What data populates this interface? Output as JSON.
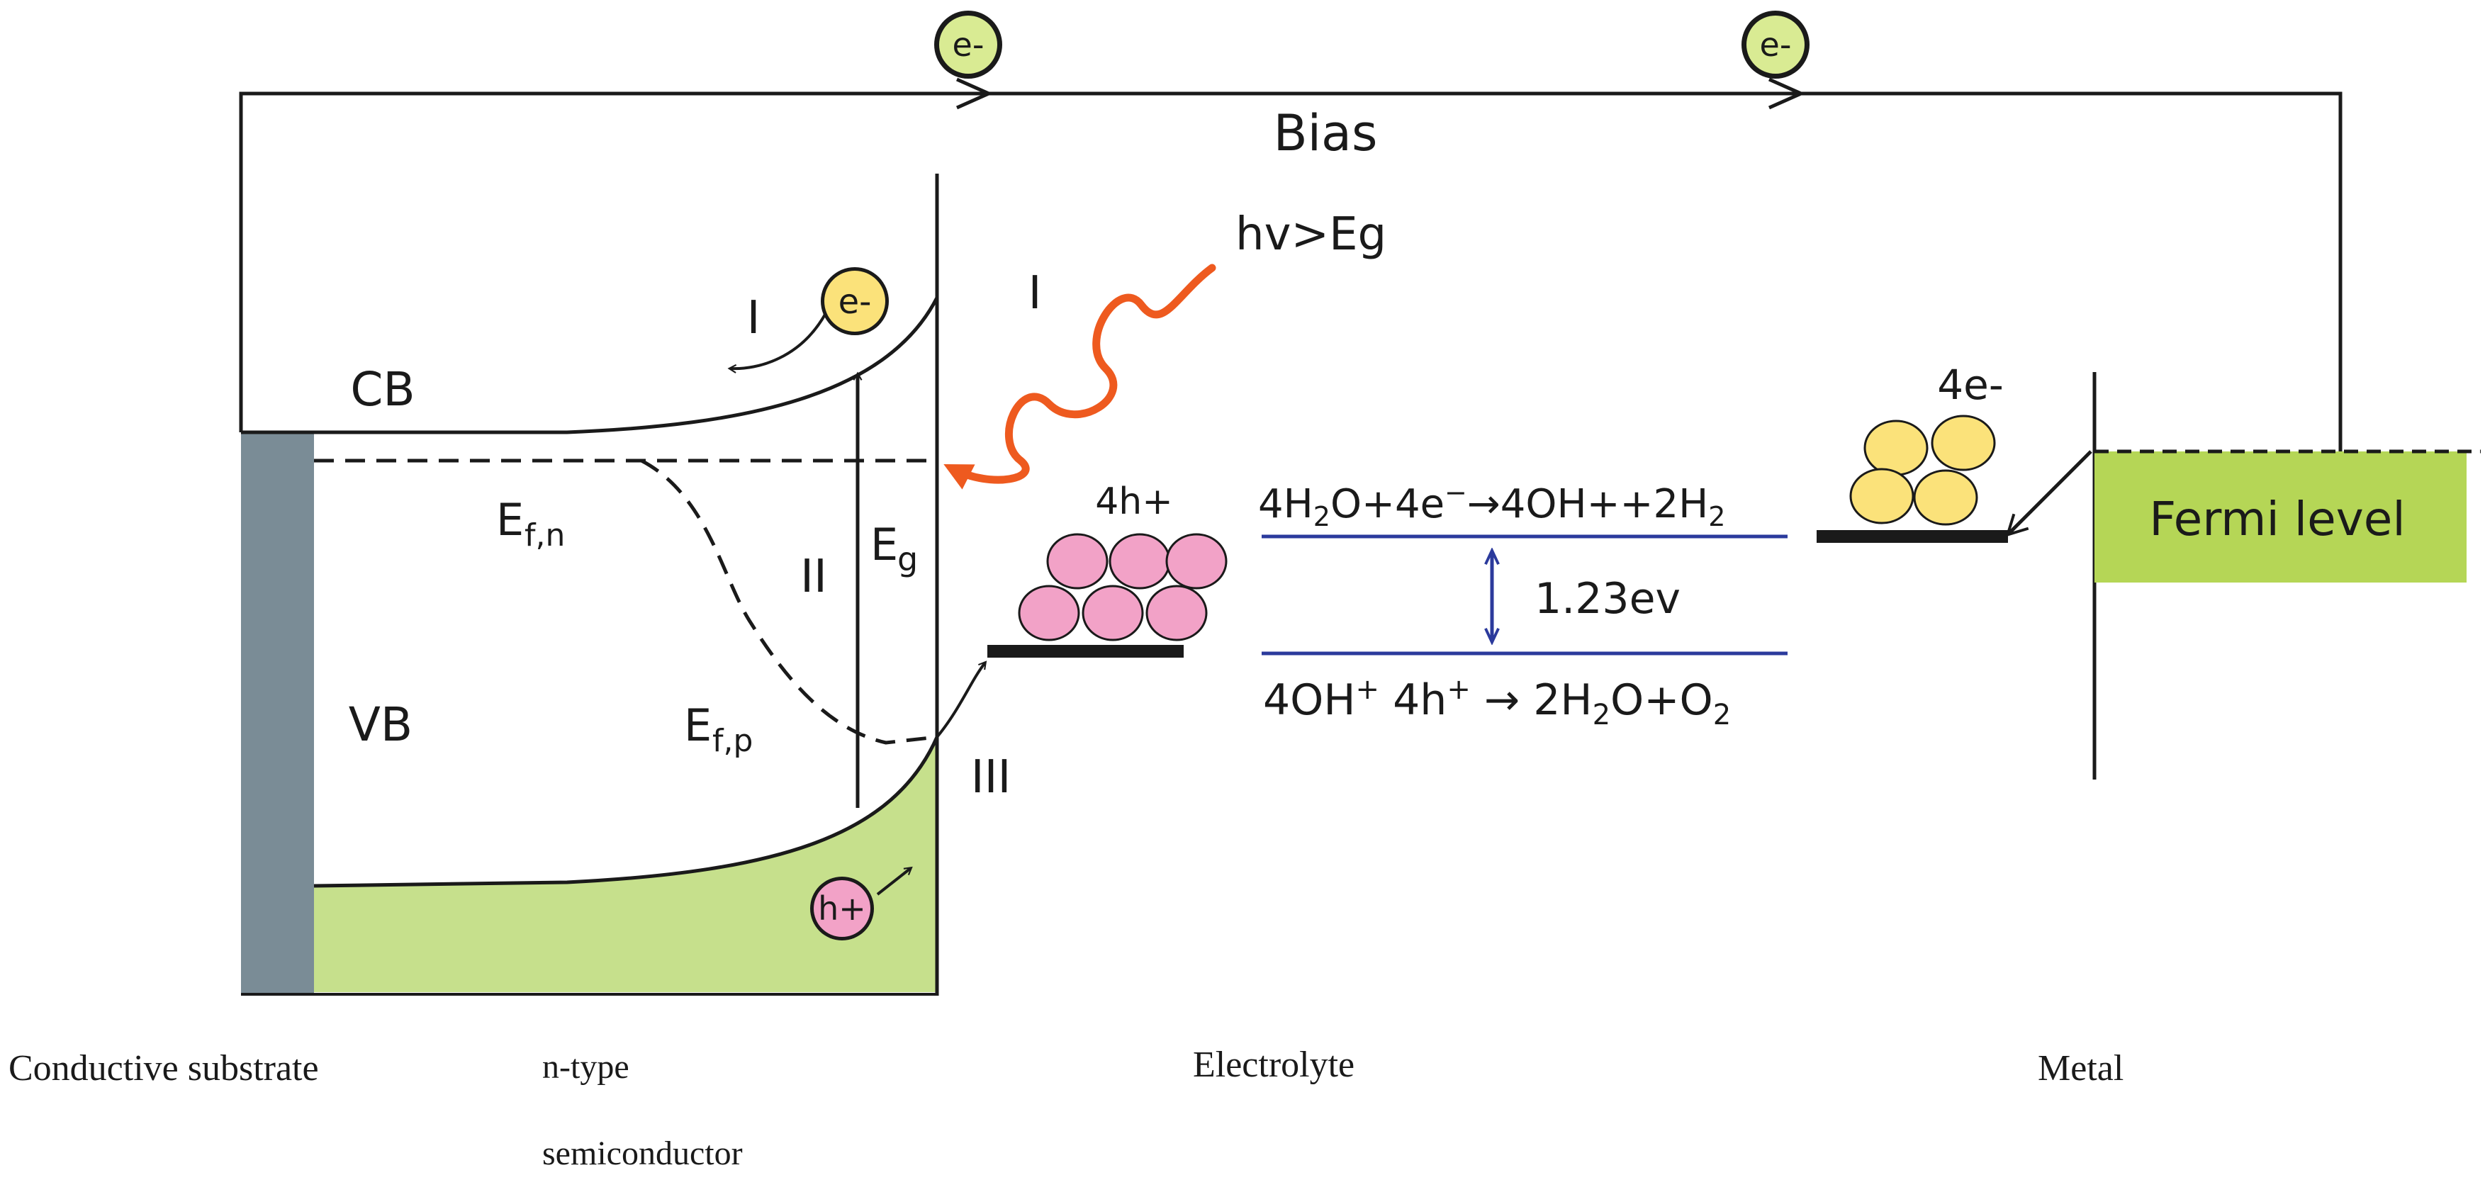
{
  "labels": {
    "bias": "Bias",
    "photon": "hv>Eg",
    "cb": "CB",
    "vb": "VB",
    "region_I_left": "I",
    "region_I_right": "I",
    "region_II": "II",
    "region_III": "III",
    "bandgap_main": "E",
    "bandgap_sub": "g",
    "fermi_n_main": "E",
    "fermi_n_sub": "f,n",
    "fermi_p_main": "E",
    "fermi_p_sub": "f,p",
    "electron": "e-",
    "hole": "h+",
    "holes_count": "4h+",
    "electrons_count": "4e-",
    "fermi_level": "Fermi level",
    "potential": "1.23ev"
  },
  "reactions": {
    "reduction": {
      "a": "4H",
      "b": "2",
      "c": "O+4e",
      "d": "−",
      "e": "→4OH++2H",
      "f": "2"
    },
    "oxidation": {
      "a": "4OH",
      "b": "+",
      "c": " 4h",
      "d": "+",
      "e": " → 2H",
      "f": "2",
      "g": "O+O",
      "h": "2"
    }
  },
  "bottom": {
    "substrate": "Conductive substrate",
    "semiconductor_line1": "n-type",
    "semiconductor_line2": "semiconductor",
    "electrolyte": "Electrolyte",
    "metal": "Metal"
  },
  "colors": {
    "substrate": "#7a8c96",
    "band_fill": "#c6e08c",
    "fermi_box": "#b5d656",
    "hole": "#f2a2c7",
    "electron": "#fbe27a",
    "photon": "#ee5a1f",
    "arrow_blue": "#2b3a9c",
    "line": "#1a1a1a"
  }
}
